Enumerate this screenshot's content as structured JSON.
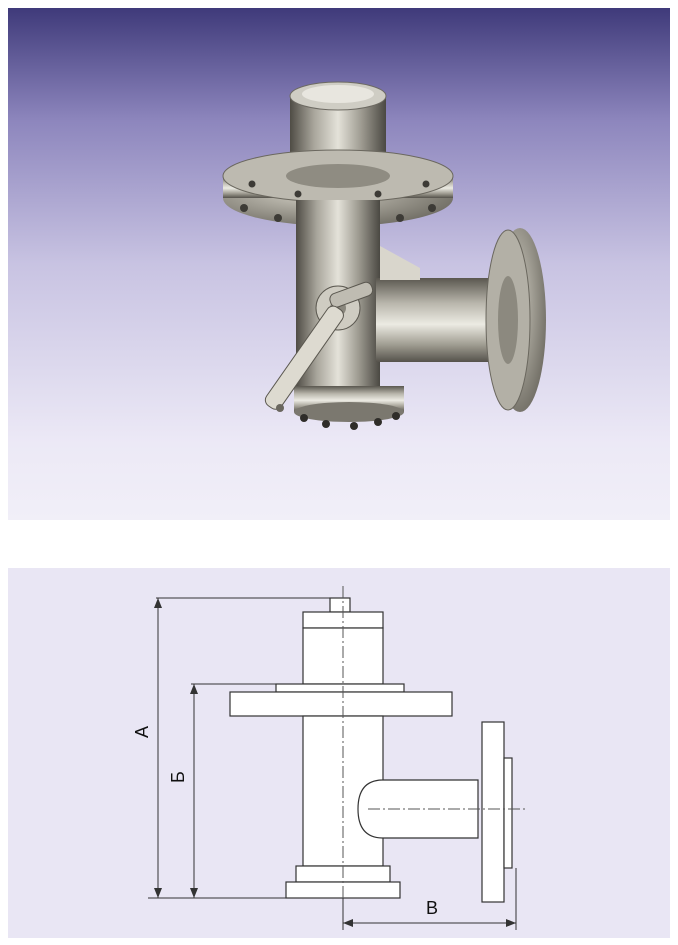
{
  "photo": {
    "subject": "valve-photograph",
    "colors": {
      "bg_top": "#3f3a7a",
      "bg_bottom": "#f1eff8",
      "metal_light": "#d8d6cf",
      "metal_dark": "#5c5a55"
    }
  },
  "drawing": {
    "dimension_labels": {
      "a": "А",
      "b": "Б",
      "v": "В"
    },
    "colors": {
      "background": "#e9e6f4",
      "line": "#333333",
      "part_fill": "#ffffff"
    }
  }
}
